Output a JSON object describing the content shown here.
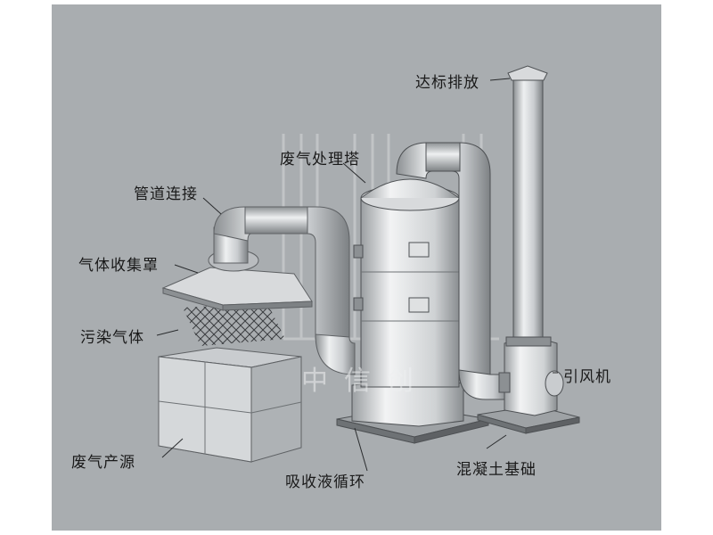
{
  "labels": {
    "discharge": "达标排放",
    "tower": "废气处理塔",
    "pipe": "管道连接",
    "hood": "气体收集罩",
    "pollutant": "污染气体",
    "fan": "引风机",
    "source": "废气产源",
    "foundation": "混凝土基础",
    "circulation": "吸收液循环"
  },
  "watermark": "中信创",
  "colors": {
    "background": "#a9adb0",
    "metal_light": "#e2e4e5",
    "metal_mid": "#c4c7c9",
    "metal_dark": "#7d8184",
    "text": "#1a1a1a"
  }
}
